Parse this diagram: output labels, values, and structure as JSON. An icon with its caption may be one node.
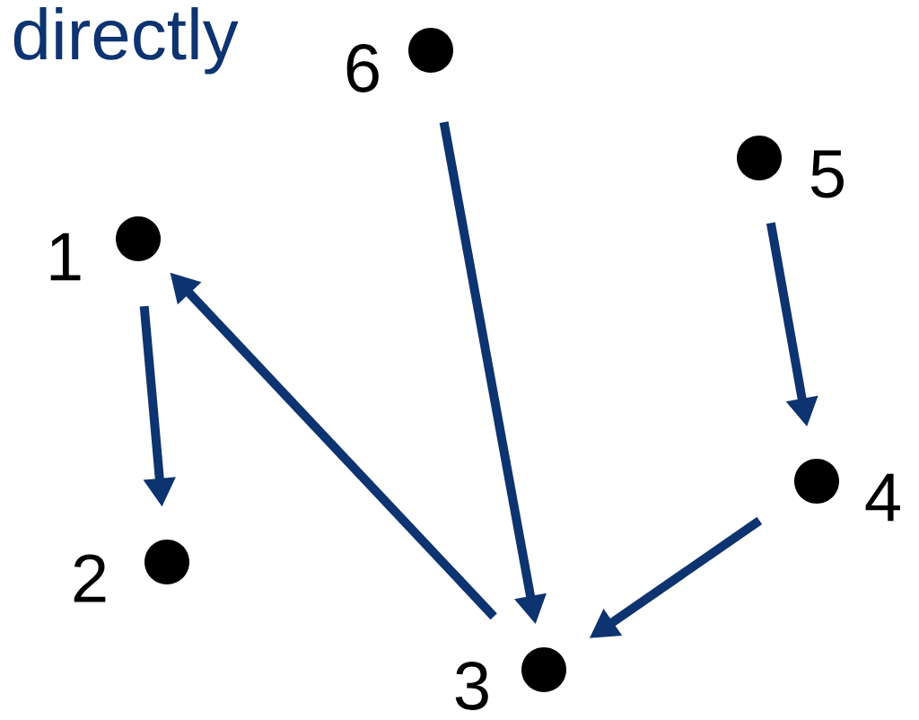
{
  "diagram": {
    "nodes": [
      {
        "text": [],
        "shape": "circle",
        "beside": [
          "1"
        ]
      },
      {
        "text": [],
        "shape": "circle",
        "beside": [
          "2"
        ]
      },
      {
        "text": [],
        "shape": "circle",
        "beside": [
          "3"
        ]
      },
      {
        "text": [],
        "shape": "circle",
        "beside": [
          "4"
        ]
      },
      {
        "text": [],
        "shape": "circle",
        "beside": [
          "5"
        ]
      },
      {
        "text": [],
        "shape": "circle",
        "beside": [
          "6"
        ]
      }
    ],
    "edges": [
      {
        "from": 0,
        "to": 1,
        "arrow": "to"
      },
      {
        "from": 2,
        "to": 0,
        "arrow": "to"
      },
      {
        "from": 5,
        "to": 2,
        "arrow": "to"
      },
      {
        "from": 4,
        "to": 3,
        "arrow": "to"
      },
      {
        "from": 3,
        "to": 2,
        "arrow": "to"
      }
    ],
    "labels": [
      "directly"
    ]
  }
}
